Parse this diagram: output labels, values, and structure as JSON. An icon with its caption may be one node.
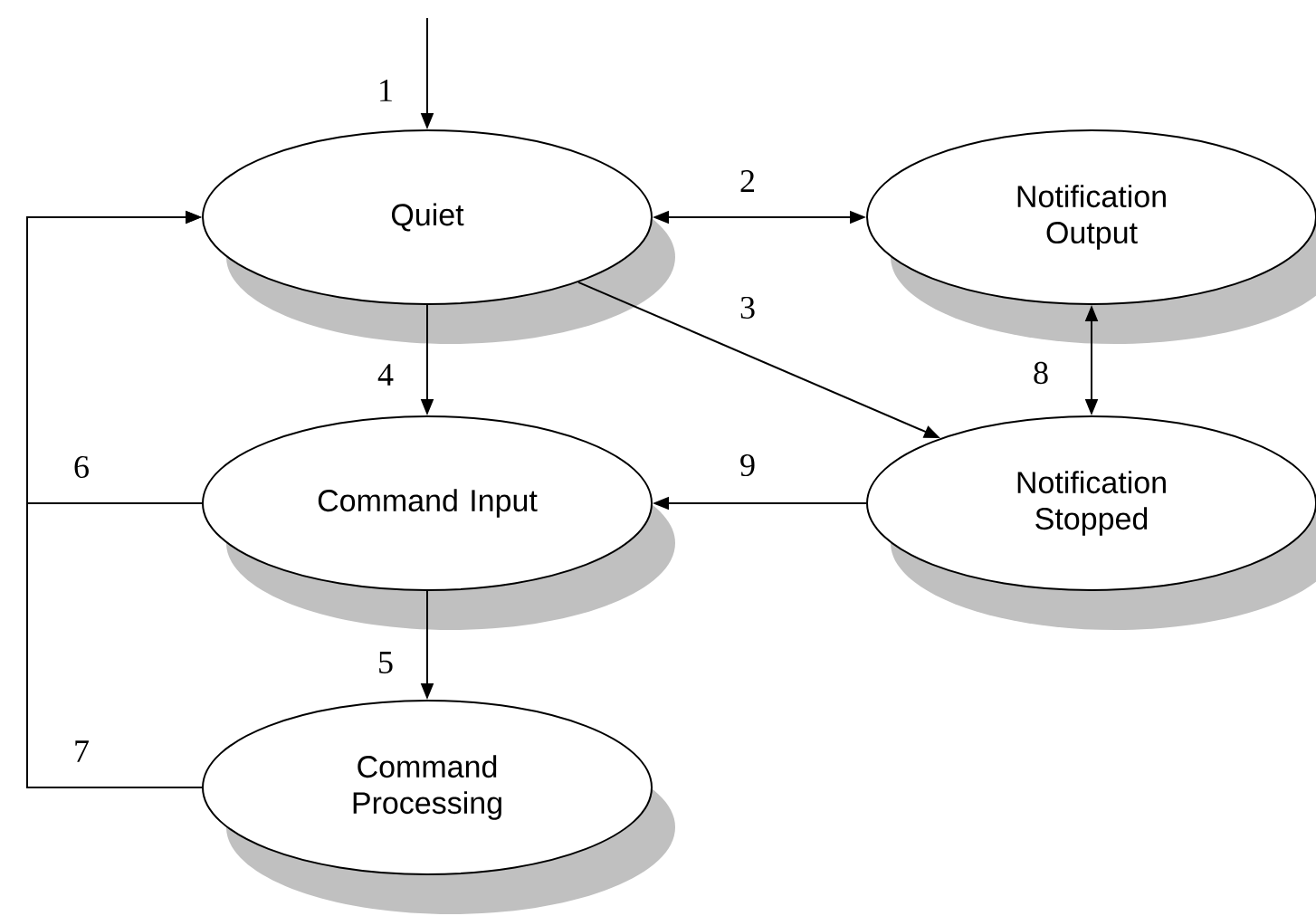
{
  "diagram": {
    "nodes": [
      {
        "text": [
          "Quiet"
        ]
      },
      {
        "text": [
          "Notification Output"
        ]
      },
      {
        "text": [
          "Command Input"
        ]
      },
      {
        "text": [
          "Notification Stopped"
        ]
      },
      {
        "text": [
          "Command Processing"
        ]
      }
    ],
    "edges": [
      {
        "from": null,
        "to": 0,
        "arrow": "to",
        "label": "1"
      },
      {
        "from": 0,
        "to": 1,
        "arrow": "both",
        "label": "2"
      },
      {
        "from": 0,
        "to": 3,
        "arrow": "to",
        "label": "3"
      },
      {
        "from": 0,
        "to": 2,
        "arrow": "to",
        "label": "4"
      },
      {
        "from": 2,
        "to": 4,
        "arrow": "to",
        "label": "5"
      },
      {
        "from": 2,
        "to": 0,
        "arrow": "to",
        "label": "6"
      },
      {
        "from": 4,
        "to": 0,
        "arrow": "to",
        "label": "7"
      },
      {
        "from": 1,
        "to": 3,
        "arrow": "both",
        "label": "8"
      },
      {
        "from": 3,
        "to": 2,
        "arrow": "to",
        "label": "9"
      }
    ]
  }
}
